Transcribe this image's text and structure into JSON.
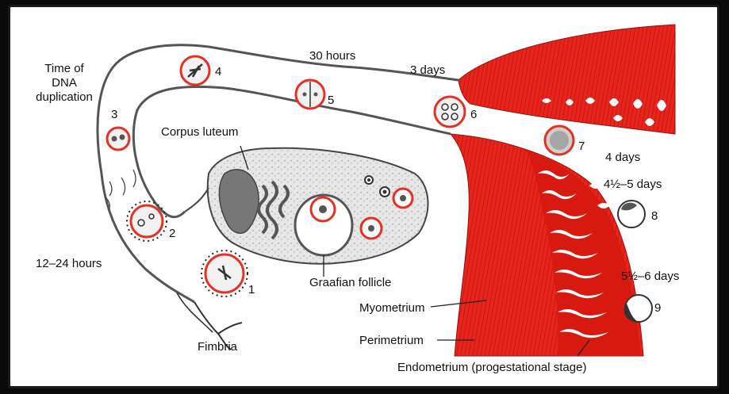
{
  "labels": {
    "time_of_dna_1": "Time of",
    "time_of_dna_2": "DNA",
    "time_of_dna_3": "duplication",
    "thirty_hours": "30 hours",
    "three_days": "3 days",
    "corpus_luteum": "Corpus luteum",
    "four_days": "4 days",
    "four_half_five_days": "4½–5 days",
    "twelve_24_hours": "12–24 hours",
    "graafian_follicle": "Graafian follicle",
    "five_half_six_days": "5½–6 days",
    "myometrium": "Myometrium",
    "perimetrium": "Perimetrium",
    "fimbria": "Fimbria",
    "endometrium": "Endometrium (progestational stage)"
  },
  "stages": [
    "1",
    "2",
    "3",
    "4",
    "5",
    "6",
    "7",
    "8",
    "9"
  ],
  "colors": {
    "uterus_red": "#e8241c",
    "dark_red": "#b0140e",
    "highlight_ring": "#e53024",
    "ovary_fill": "#e4e4e4"
  }
}
